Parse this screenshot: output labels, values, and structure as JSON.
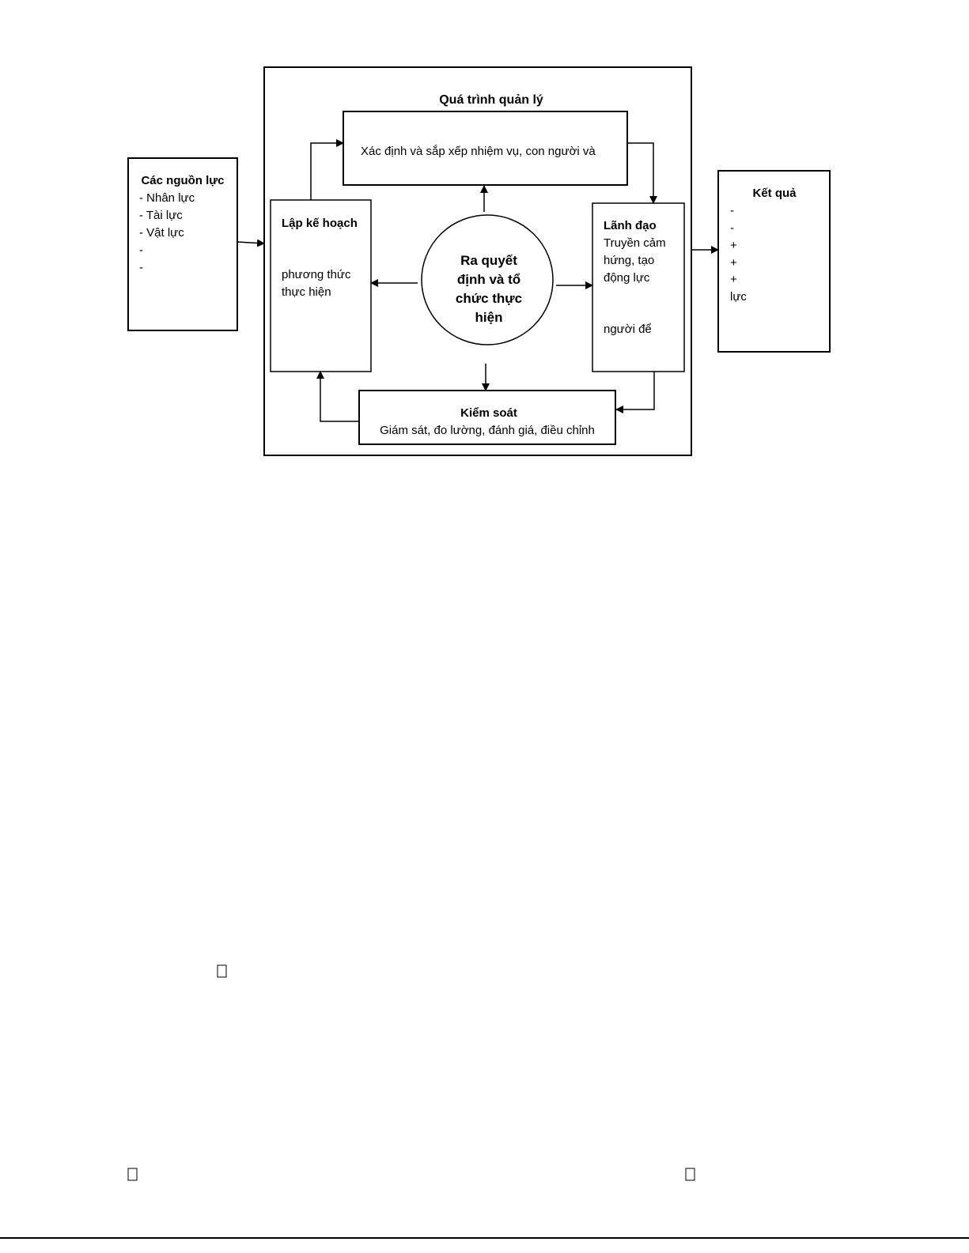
{
  "diagram": {
    "resources": {
      "title": "Các nguồn lực",
      "items": [
        "- Nhân lực",
        "- Tài lực",
        "- Vật lực",
        "-",
        "-"
      ]
    },
    "process_title": "Quá trình quản lý",
    "organizing": {
      "text": "Xác định và sắp xếp nhiệm vụ, con người và"
    },
    "planning": {
      "title": "Lập kế hoạch",
      "lines": [
        "phương thức",
        "thực hiện"
      ]
    },
    "decision": {
      "lines": [
        "Ra quyết",
        "định và tổ",
        "chức thực",
        "hiện"
      ]
    },
    "leading": {
      "title": "Lãnh đạo",
      "lines": [
        "Truyền cảm",
        "hứng, tạo",
        "động lực",
        "người để"
      ]
    },
    "controlling": {
      "title": "Kiểm soát",
      "text": "Giám sát, đo lường, đánh giá, điều chỉnh"
    },
    "results": {
      "title": "Kết quả",
      "items": [
        "-",
        "-",
        "+",
        "+",
        "+",
        "lực"
      ]
    }
  }
}
